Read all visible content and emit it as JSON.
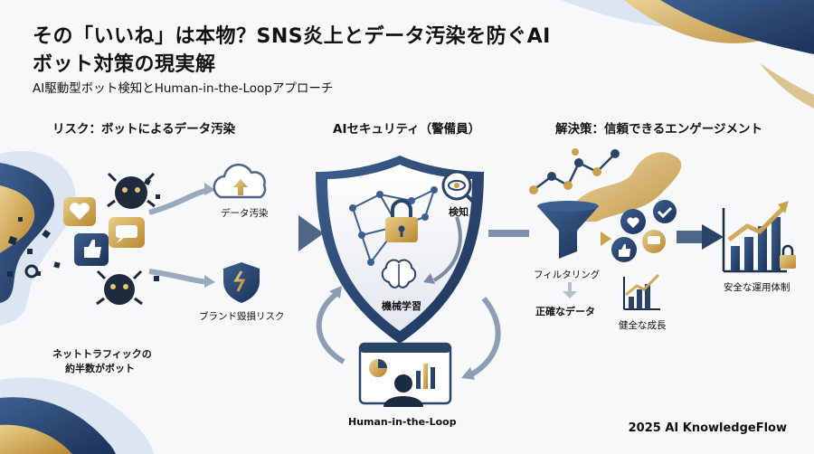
{
  "title_line1": "その「いいね」は本物？SNS炎上とデータ汚染を防ぐAI",
  "title_line2": "ボット対策の現実解",
  "subtitle": "AI駆動型ボット検知とHuman-in-the-Loopアプローチ",
  "risk": {
    "heading": "リスク：ボットによるデータ汚染",
    "data_pollution": "データ汚染",
    "brand_risk": "ブランド毀損リスク",
    "traffic_note_1": "ネットトラフィックの",
    "traffic_note_2": "約半数がボット"
  },
  "security": {
    "heading": "AIセキュリティ（警備員）",
    "detection": "検知",
    "machine_learning": "機械学習",
    "human_in_loop": "Human-in-the-Loop"
  },
  "solution": {
    "heading": "解決策：信頼できるエンゲージメント",
    "filtering": "フィルタリング",
    "accurate_data": "正確なデータ",
    "healthy_growth": "健全な成長",
    "safe_operation": "安全な運用体制"
  },
  "footer": "2025 AI KnowledgeFlow",
  "colors": {
    "navy": "#1f3a63",
    "gold": "#c9a24a",
    "slate": "#5b6f8c",
    "light_blue": "#dbe6f2"
  },
  "icons": [
    "heart-icon",
    "thumbs-up-icon",
    "chat-icon",
    "bot-icon",
    "cloud-upload-icon",
    "shield-icon",
    "lock-icon",
    "eye-icon",
    "brain-icon",
    "funnel-icon",
    "user-icon",
    "dashboard-icon",
    "growth-chart-icon",
    "check-icon"
  ]
}
